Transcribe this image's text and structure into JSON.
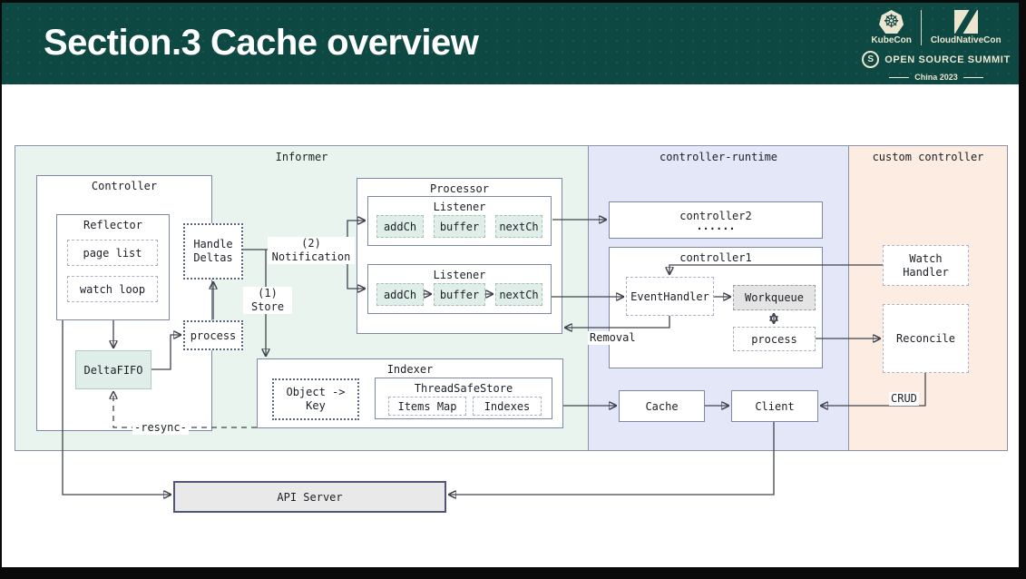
{
  "header": {
    "title": "Section.3  Cache overview",
    "badge": {
      "kubecon_label": "KubeCon",
      "cloudnativecon_label": "CloudNativeCon",
      "summit_label": "OPEN SOURCE SUMMIT",
      "edition_label": "China 2023"
    }
  },
  "colors": {
    "header_bg": "#0d4843",
    "logo_cream": "#ece5cf",
    "informer_bg": "#e9f4ee",
    "runtime_bg": "#e4e7f8",
    "custom_bg": "#fdece2",
    "mint": "#dfeee8",
    "gray_chip": "#e4e4e4",
    "api_bg": "#e9e9e9",
    "slate": "#7d87a6",
    "arrow": "#40444e"
  },
  "diagram": {
    "section_informer": "Informer",
    "section_controller_runtime": "controller-runtime",
    "section_custom_controller": "custom controller",
    "controller": "Controller",
    "reflector": "Reflector",
    "page_list": "page list",
    "watch_loop": "watch loop",
    "delta_fifo": "DeltaFIFO",
    "handle_deltas": "Handle\nDeltas",
    "process_informer": "process",
    "processor": "Processor",
    "listener_top": "Listener",
    "listener_bottom": "Listener",
    "add_ch_top": "addCh",
    "buffer_top": "buffer",
    "next_ch_top": "nextCh",
    "add_ch_bottom": "addCh",
    "buffer_bottom": "buffer",
    "next_ch_bottom": "nextCh",
    "indexer": "Indexer",
    "object_to_key": "Object ->\nKey",
    "thread_safe_store": "ThreadSafeStore",
    "items_map": "Items Map",
    "indexes": "Indexes",
    "controller2": "controller2",
    "controller2_ellipsis": "......",
    "controller1": "controller1",
    "event_handler": "EventHandler",
    "workqueue": "Workqueue",
    "process_runtime": "process",
    "cache": "Cache",
    "client": "Client",
    "watch_handler": "Watch\nHandler",
    "reconcile": "Reconcile",
    "api_server": "API Server",
    "label_notification": "(2)\nNotification",
    "label_store": "(1)\nStore",
    "label_removal": "Removal",
    "label_resync": "-resync-",
    "label_crud": "CRUD"
  }
}
